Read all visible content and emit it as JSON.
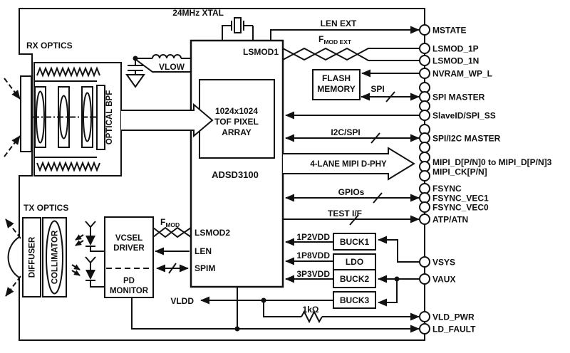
{
  "colors": {
    "ink": "#111111",
    "background": "#ffffff"
  },
  "module": {
    "rx_title": "RX OPTICS",
    "tx_title": "TX OPTICS",
    "optical_bpf": "OPTICAL BPF",
    "diffuser": "DIFFUSER",
    "collimator": "COLLIMATOR",
    "xtal": "24MHz XTAL",
    "vlow": "VLOW",
    "vldd": "VLDD",
    "resistor": "1kΩ"
  },
  "chip": {
    "part": "ADSD3100",
    "array_l1": "1024x1024",
    "array_l2": "TOF PIXEL",
    "array_l3": "ARRAY",
    "lsmod1": "LSMOD1",
    "lsmod2": "LSMOD2",
    "len": "LEN",
    "spim": "SPIM"
  },
  "driver": {
    "l1": "VCSEL",
    "l2": "DRIVER",
    "pd1": "PD",
    "pd2": "MONITOR",
    "fmod_base": "F",
    "fmod_sub": "MOD"
  },
  "flash": {
    "l1": "FLASH",
    "l2": "MEMORY",
    "bus": "SPI"
  },
  "buses": {
    "len_ext": "LEN EXT",
    "fmod_ext_base": "F",
    "fmod_ext_sub": "MOD EXT",
    "i2c_spi": "I2C/SPI",
    "mipi": "4-LANE MIPI D-PHY",
    "gpios": "GPIOs",
    "test_if": "TEST I/F"
  },
  "rails": {
    "r12": "1P2VDD",
    "r18": "1P8VDD",
    "r33": "3P3VDD"
  },
  "regs": {
    "buck1": "BUCK1",
    "ldo": "LDO",
    "buck2": "BUCK2",
    "buck3": "BUCK3"
  },
  "pins": {
    "mstate": "MSTATE",
    "lsmod1p": "LSMOD_1P",
    "lsmod1n": "LSMOD_1N",
    "nvram": "NVRAM_WP_L",
    "spi_master": "SPI MASTER",
    "slaveid": "SlaveID/SPI_SS",
    "spi_i2c": "SPI/I2C MASTER",
    "mipi_d": "MIPI_D[P/N]0 to MIPI_D[P/N]3",
    "mipi_ck": "MIPI_CK[P/N]",
    "fsync": "FSYNC",
    "fsync_vec1": "FSYNC_VEC1",
    "fsync_vec0": "FSYNC_VEC0",
    "atp": "ATP/ATN",
    "vsys": "VSYS",
    "vaux": "VAUX",
    "vld_pwr": "VLD_PWR",
    "ld_fault": "LD_FAULT"
  }
}
